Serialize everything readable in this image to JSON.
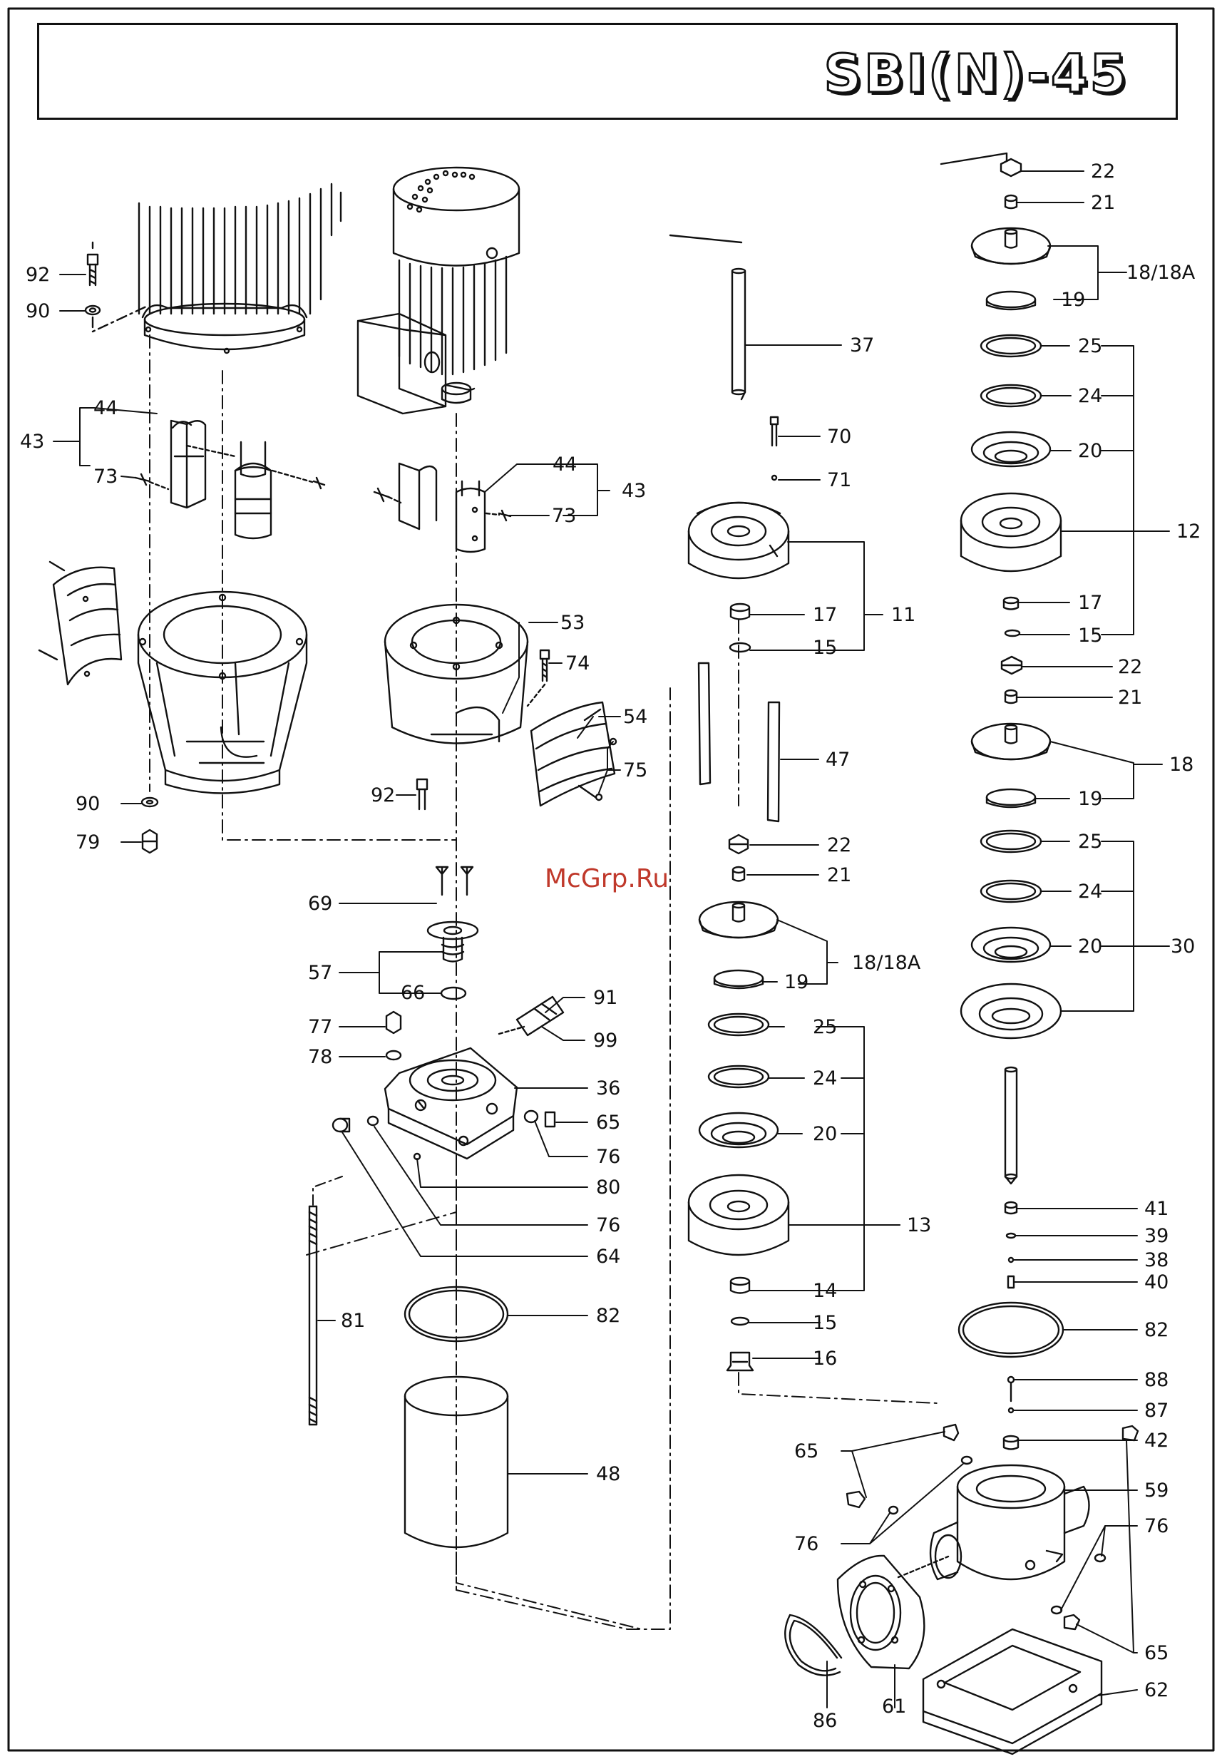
{
  "title": "SBI(N)-45",
  "watermark": "McGrp.Ru",
  "callouts": [
    {
      "id": "c92a",
      "text": "92"
    },
    {
      "id": "c90a",
      "text": "90"
    },
    {
      "id": "c44a",
      "text": "44"
    },
    {
      "id": "c43a",
      "text": "43"
    },
    {
      "id": "c73a",
      "text": "73"
    },
    {
      "id": "c90b",
      "text": "90"
    },
    {
      "id": "c79",
      "text": "79"
    },
    {
      "id": "c44b",
      "text": "44"
    },
    {
      "id": "c43b",
      "text": "43"
    },
    {
      "id": "c73b",
      "text": "73"
    },
    {
      "id": "c53",
      "text": "53"
    },
    {
      "id": "c74",
      "text": "74"
    },
    {
      "id": "c54",
      "text": "54"
    },
    {
      "id": "c75",
      "text": "75"
    },
    {
      "id": "c92b",
      "text": "92"
    },
    {
      "id": "c69",
      "text": "69"
    },
    {
      "id": "c57",
      "text": "57"
    },
    {
      "id": "c66",
      "text": "66"
    },
    {
      "id": "c77",
      "text": "77"
    },
    {
      "id": "c78",
      "text": "78"
    },
    {
      "id": "c91",
      "text": "91"
    },
    {
      "id": "c99",
      "text": "99"
    },
    {
      "id": "c36",
      "text": "36"
    },
    {
      "id": "c65a",
      "text": "65"
    },
    {
      "id": "c76a",
      "text": "76"
    },
    {
      "id": "c80",
      "text": "80"
    },
    {
      "id": "c76b",
      "text": "76"
    },
    {
      "id": "c64",
      "text": "64"
    },
    {
      "id": "c81",
      "text": "81"
    },
    {
      "id": "c82a",
      "text": "82"
    },
    {
      "id": "c48",
      "text": "48"
    },
    {
      "id": "c37",
      "text": "37"
    },
    {
      "id": "c70",
      "text": "70"
    },
    {
      "id": "c71",
      "text": "71"
    },
    {
      "id": "c11",
      "text": "11"
    },
    {
      "id": "c17a",
      "text": "17"
    },
    {
      "id": "c15a",
      "text": "15"
    },
    {
      "id": "c47",
      "text": "47"
    },
    {
      "id": "c22a",
      "text": "22"
    },
    {
      "id": "c21a",
      "text": "21"
    },
    {
      "id": "c18a",
      "text": "18/18A"
    },
    {
      "id": "c19a",
      "text": "19"
    },
    {
      "id": "c25a",
      "text": "25"
    },
    {
      "id": "c24a",
      "text": "24"
    },
    {
      "id": "c20a",
      "text": "20"
    },
    {
      "id": "c13",
      "text": "13"
    },
    {
      "id": "c14",
      "text": "14"
    },
    {
      "id": "c15b",
      "text": "15"
    },
    {
      "id": "c16",
      "text": "16"
    },
    {
      "id": "c22b",
      "text": "22"
    },
    {
      "id": "c21b",
      "text": "21"
    },
    {
      "id": "c18b",
      "text": "18/18A"
    },
    {
      "id": "c19b",
      "text": "19"
    },
    {
      "id": "c25b",
      "text": "25"
    },
    {
      "id": "c24b",
      "text": "24"
    },
    {
      "id": "c20b",
      "text": "20"
    },
    {
      "id": "c12",
      "text": "12"
    },
    {
      "id": "c17b",
      "text": "17"
    },
    {
      "id": "c15c",
      "text": "15"
    },
    {
      "id": "c22c",
      "text": "22"
    },
    {
      "id": "c21c",
      "text": "21"
    },
    {
      "id": "c18c",
      "text": "18"
    },
    {
      "id": "c19c",
      "text": "19"
    },
    {
      "id": "c25c",
      "text": "25"
    },
    {
      "id": "c24c",
      "text": "24"
    },
    {
      "id": "c20c",
      "text": "20"
    },
    {
      "id": "c30",
      "text": "30"
    },
    {
      "id": "c41",
      "text": "41"
    },
    {
      "id": "c39",
      "text": "39"
    },
    {
      "id": "c38",
      "text": "38"
    },
    {
      "id": "c40",
      "text": "40"
    },
    {
      "id": "c82b",
      "text": "82"
    },
    {
      "id": "c88",
      "text": "88"
    },
    {
      "id": "c87",
      "text": "87"
    },
    {
      "id": "c42",
      "text": "42"
    },
    {
      "id": "c65b",
      "text": "65"
    },
    {
      "id": "c59",
      "text": "59"
    },
    {
      "id": "c76c",
      "text": "76"
    },
    {
      "id": "c76d",
      "text": "76"
    },
    {
      "id": "c65c",
      "text": "65"
    },
    {
      "id": "c86",
      "text": "86"
    },
    {
      "id": "c61",
      "text": "61"
    },
    {
      "id": "c62",
      "text": "62"
    }
  ]
}
